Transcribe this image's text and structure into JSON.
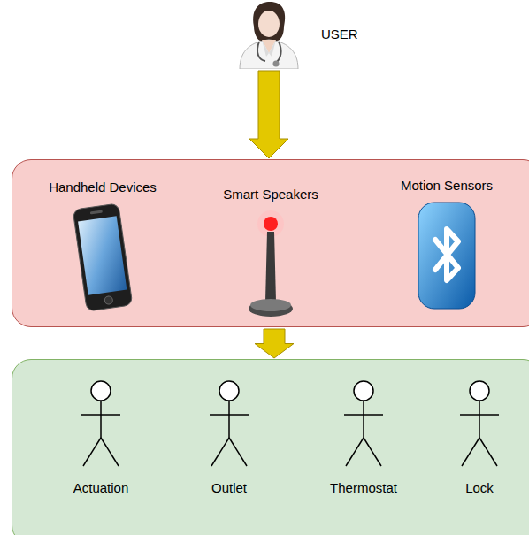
{
  "diagram": {
    "nodes": [
      {
        "text": [
          "USER"
        ]
      },
      {
        "text": []
      },
      {
        "text": [
          "Handheld Devices"
        ],
        "in": 1
      },
      {
        "text": [
          "Smart Speakers"
        ],
        "in": 1
      },
      {
        "text": [
          "Motion Sensors"
        ],
        "in": 1
      },
      {
        "text": []
      },
      {
        "text": [
          "Actuation"
        ],
        "in": 5
      },
      {
        "text": [
          "Outlet"
        ],
        "in": 5
      },
      {
        "text": [
          "Thermostat"
        ],
        "in": 5
      },
      {
        "text": [
          "Lock"
        ],
        "in": 5
      }
    ],
    "edges": [
      {
        "from": 0,
        "to": 1,
        "arrow": "to"
      },
      {
        "from": 1,
        "to": 5,
        "arrow": "to"
      }
    ]
  }
}
